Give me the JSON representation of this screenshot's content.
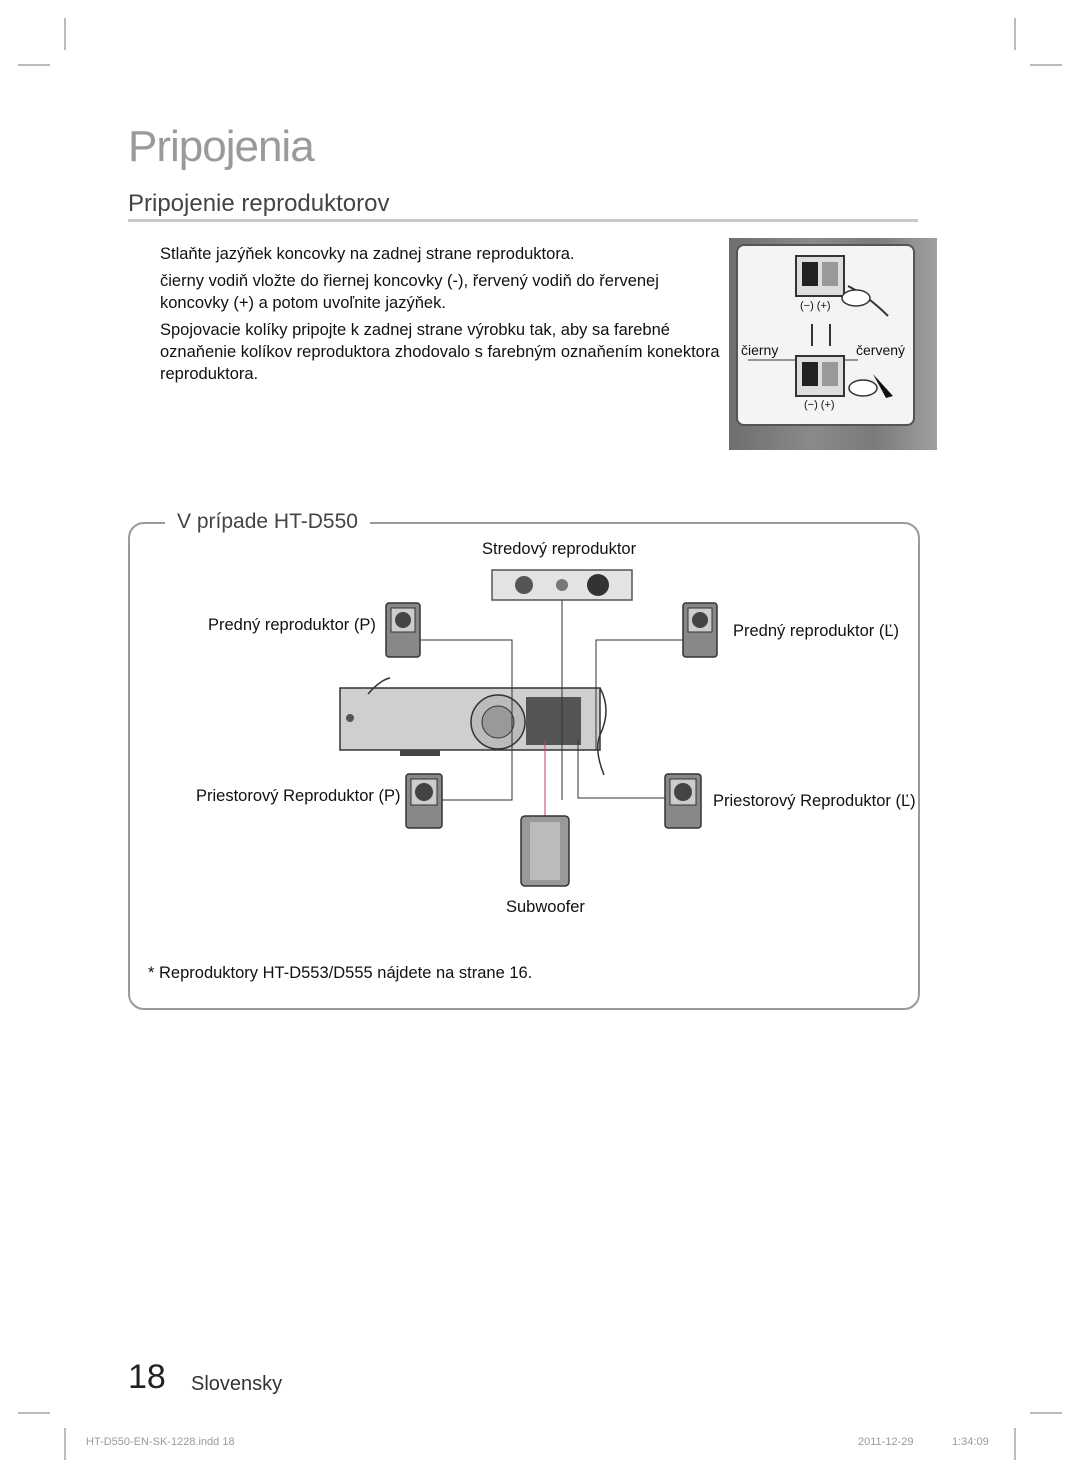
{
  "page": {
    "title": "Pripojenia",
    "subtitle": "Pripojenie reproduktorov"
  },
  "steps": [
    {
      "marker": "",
      "text": "Stlaňte jazýňek koncovky na zadnej strane reproduktora."
    },
    {
      "marker": "",
      "text": "čierny vodiň vložte do řiernej koncovky (-), řervený vodiň do řervenej koncovky (+) a potom uvoľnite jazýňek."
    },
    {
      "marker": "",
      "text": "Spojovacie kolíky pripojte k zadnej strane výrobku tak, aby sa farebné oznaňenie kolíkov reproduktora zhodovalo s farebným oznaňením konektora reproduktora."
    }
  ],
  "terminal_photo": {
    "polarity_top": "(−) (+)",
    "polarity_bottom": "(−) (+)",
    "black_label": "čierny",
    "red_label": "červený"
  },
  "diagram": {
    "box_title": "V prípade HT-D550",
    "center_label": "Stredový reproduktor",
    "front_left_label": "Predný reproduktor (P)",
    "front_right_label": "Predný reproduktor (Ľ)",
    "surround_left_label": "Priestorový Reproduktor (P)",
    "surround_right_label": "Priestorový Reproduktor (Ľ)",
    "subwoofer_label": "Subwoofer",
    "footnote": "* Reproduktory HT-D553/D555 nájdete na strane 16."
  },
  "footer": {
    "page_number": "18",
    "language": "Slovensky",
    "file_name": "HT-D550-EN-SK-1228.indd   18",
    "date": "2011-12-29",
    "time": "1:34:09"
  }
}
